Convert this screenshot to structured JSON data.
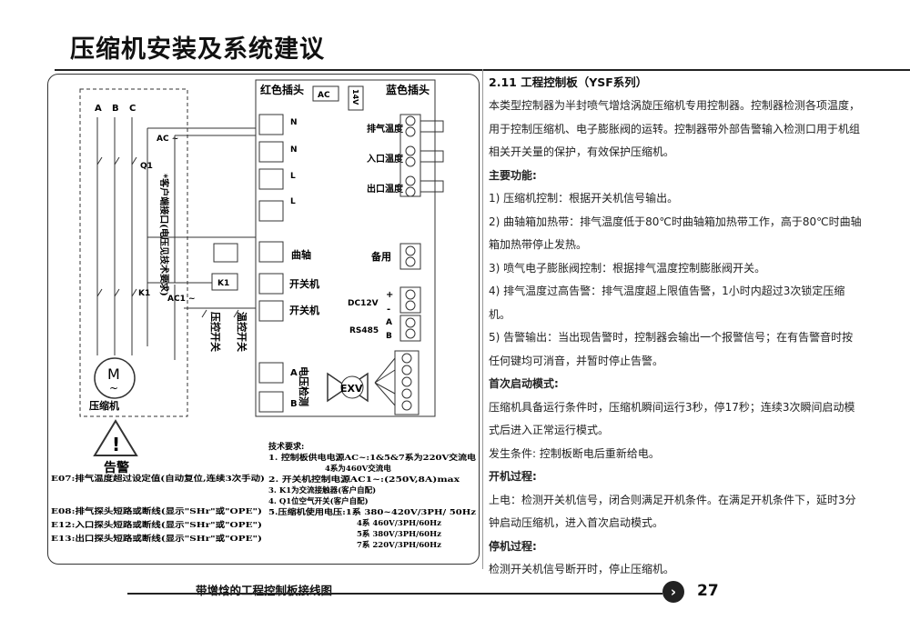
{
  "page": {
    "title": "压缩机安装及系统建议",
    "caption": "带增焓的工程控制板接线图",
    "page_number": "27"
  },
  "diagram": {
    "phase_labels": [
      "A",
      "B",
      "C"
    ],
    "ac_label": "AC ~",
    "q1_label": "Q1",
    "k1_label": "K1",
    "k1_box_label": "K1",
    "ac1_label": "AC1 ~",
    "customer_terminal_note": "*客户端接口(电压见技术要求)",
    "pressure_switch": "压控开关",
    "temp_switch": "温控开关",
    "motor_symbol": "M",
    "motor_tilde": "~",
    "compressor_label": "压缩机",
    "warning_label": "告警",
    "red_plug": "红色插头",
    "blue_plug": "蓝色插头",
    "ac_box": "AC",
    "v14_box": "14V",
    "terminals_left": [
      "N",
      "N",
      "L",
      "L"
    ],
    "crankshaft": "曲轴",
    "switch1": "开关机",
    "switch2": "开关机",
    "exhaust_temp": "排气温度",
    "inlet_temp": "入口温度",
    "outlet_temp": "出口温度",
    "spare": "备用",
    "dc12v": "DC12V",
    "plus": "+",
    "minus": "-",
    "rs485": "RS485",
    "a": "A",
    "b": "B",
    "current_detect": "电压检测",
    "phase_a_small": "A",
    "phase_b_small": "B",
    "exv": "EXV",
    "errors": [
      "E07:排气温度超过设定值(自动复位,连续3次手动)",
      "E08:排气探头短路或断线(显示\"SHr\"或\"OPE\")",
      "E12:入口探头短路或断线(显示\"SHr\"或\"OPE\")",
      "E13:出口探头短路或断线(显示\"SHr\"或\"OPE\")"
    ],
    "tech_title": "技术要求:",
    "tech_lines": [
      "1. 控制板供电电源AC~:1&5&7系为220V交流电",
      "4系为460V交流电",
      "2. 开关机控制电源AC1~:(250V,8A)max",
      "3. K1为交流接触器(客户自配)",
      "4. Q1位空气开关(客户自配)",
      "5.压缩机使用电压:1系   380~420V/3PH/ 50Hz",
      "4系   460V/3PH/60Hz",
      "5系   380V/3PH/60Hz",
      "7系   220V/3PH/60Hz"
    ]
  },
  "content": {
    "section_title": "2.11 工程控制板（YSF系列）",
    "intro": "本类型控制器为半封喷气增焓涡旋压缩机专用控制器。控制器检测各项温度，用于控制压缩机、电子膨胀阀的运转。控制器带外部告警输入检测口用于机组相关开关量的保护，有效保护压缩机。",
    "main_func_title": "主要功能:",
    "funcs": [
      "1) 压缩机控制：根据开关机信号输出。",
      "2) 曲轴箱加热带：排气温度低于80℃时曲轴箱加热带工作，高于80℃时曲轴箱加热带停止发热。",
      "3) 喷气电子膨胀阀控制：根据排气温度控制膨胀阀开关。",
      "4) 排气温度过高告警：排气温度超上限值告警，1小时内超过3次锁定压缩机。",
      "5) 告警输出：当出现告警时，控制器会输出一个报警信号；在有告警音时按任何键均可消音，并暂时停止告警。"
    ],
    "first_start_title": "首次启动模式:",
    "first_start": "压缩机具备运行条件时，压缩机瞬间运行3秒，停17秒；连续3次瞬间启动模式后进入正常运行模式。",
    "first_start_cond": "发生条件: 控制板断电后重新给电。",
    "start_title": "开机过程:",
    "start": "上电：检测开关机信号，闭合则满足开机条件。在满足开机条件下，延时3分钟启动压缩机，进入首次启动模式。",
    "stop_title": "停机过程:",
    "stop": "检测开关机信号断开时，停止压缩机。"
  }
}
